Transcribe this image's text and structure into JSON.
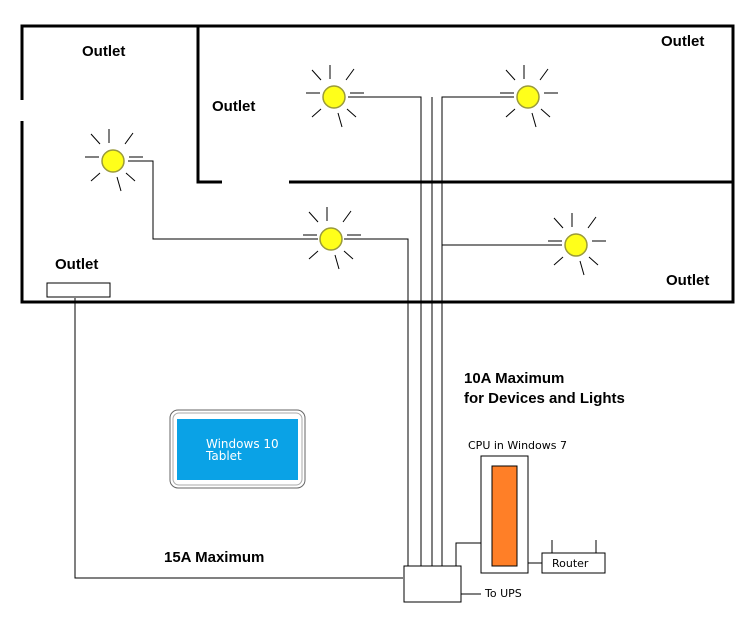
{
  "labels": {
    "outlet_top_left": "Outlet",
    "outlet_middle_room": "Outlet",
    "outlet_top_right": "Outlet",
    "outlet_left_room": "Outlet",
    "outlet_bottom_right": "Outlet",
    "ten_amp_line1": "10A Maximum",
    "ten_amp_line2": "for Devices and Lights",
    "fifteen_amp": "15A Maximum",
    "cpu_label": "CPU in Windows 7",
    "router": "Router",
    "to_ups": "To UPS",
    "tablet_line1": "Windows 10",
    "tablet_line2": "Tablet"
  },
  "colors": {
    "bulb_fill": "#ffff1a",
    "bulb_stroke": "#9a9a3a",
    "cpu_orange": "#ff7f27",
    "tablet_screen": "#0aa2e6",
    "line": "#000000"
  },
  "icons": {
    "bulb": "light-bulb-icon"
  }
}
